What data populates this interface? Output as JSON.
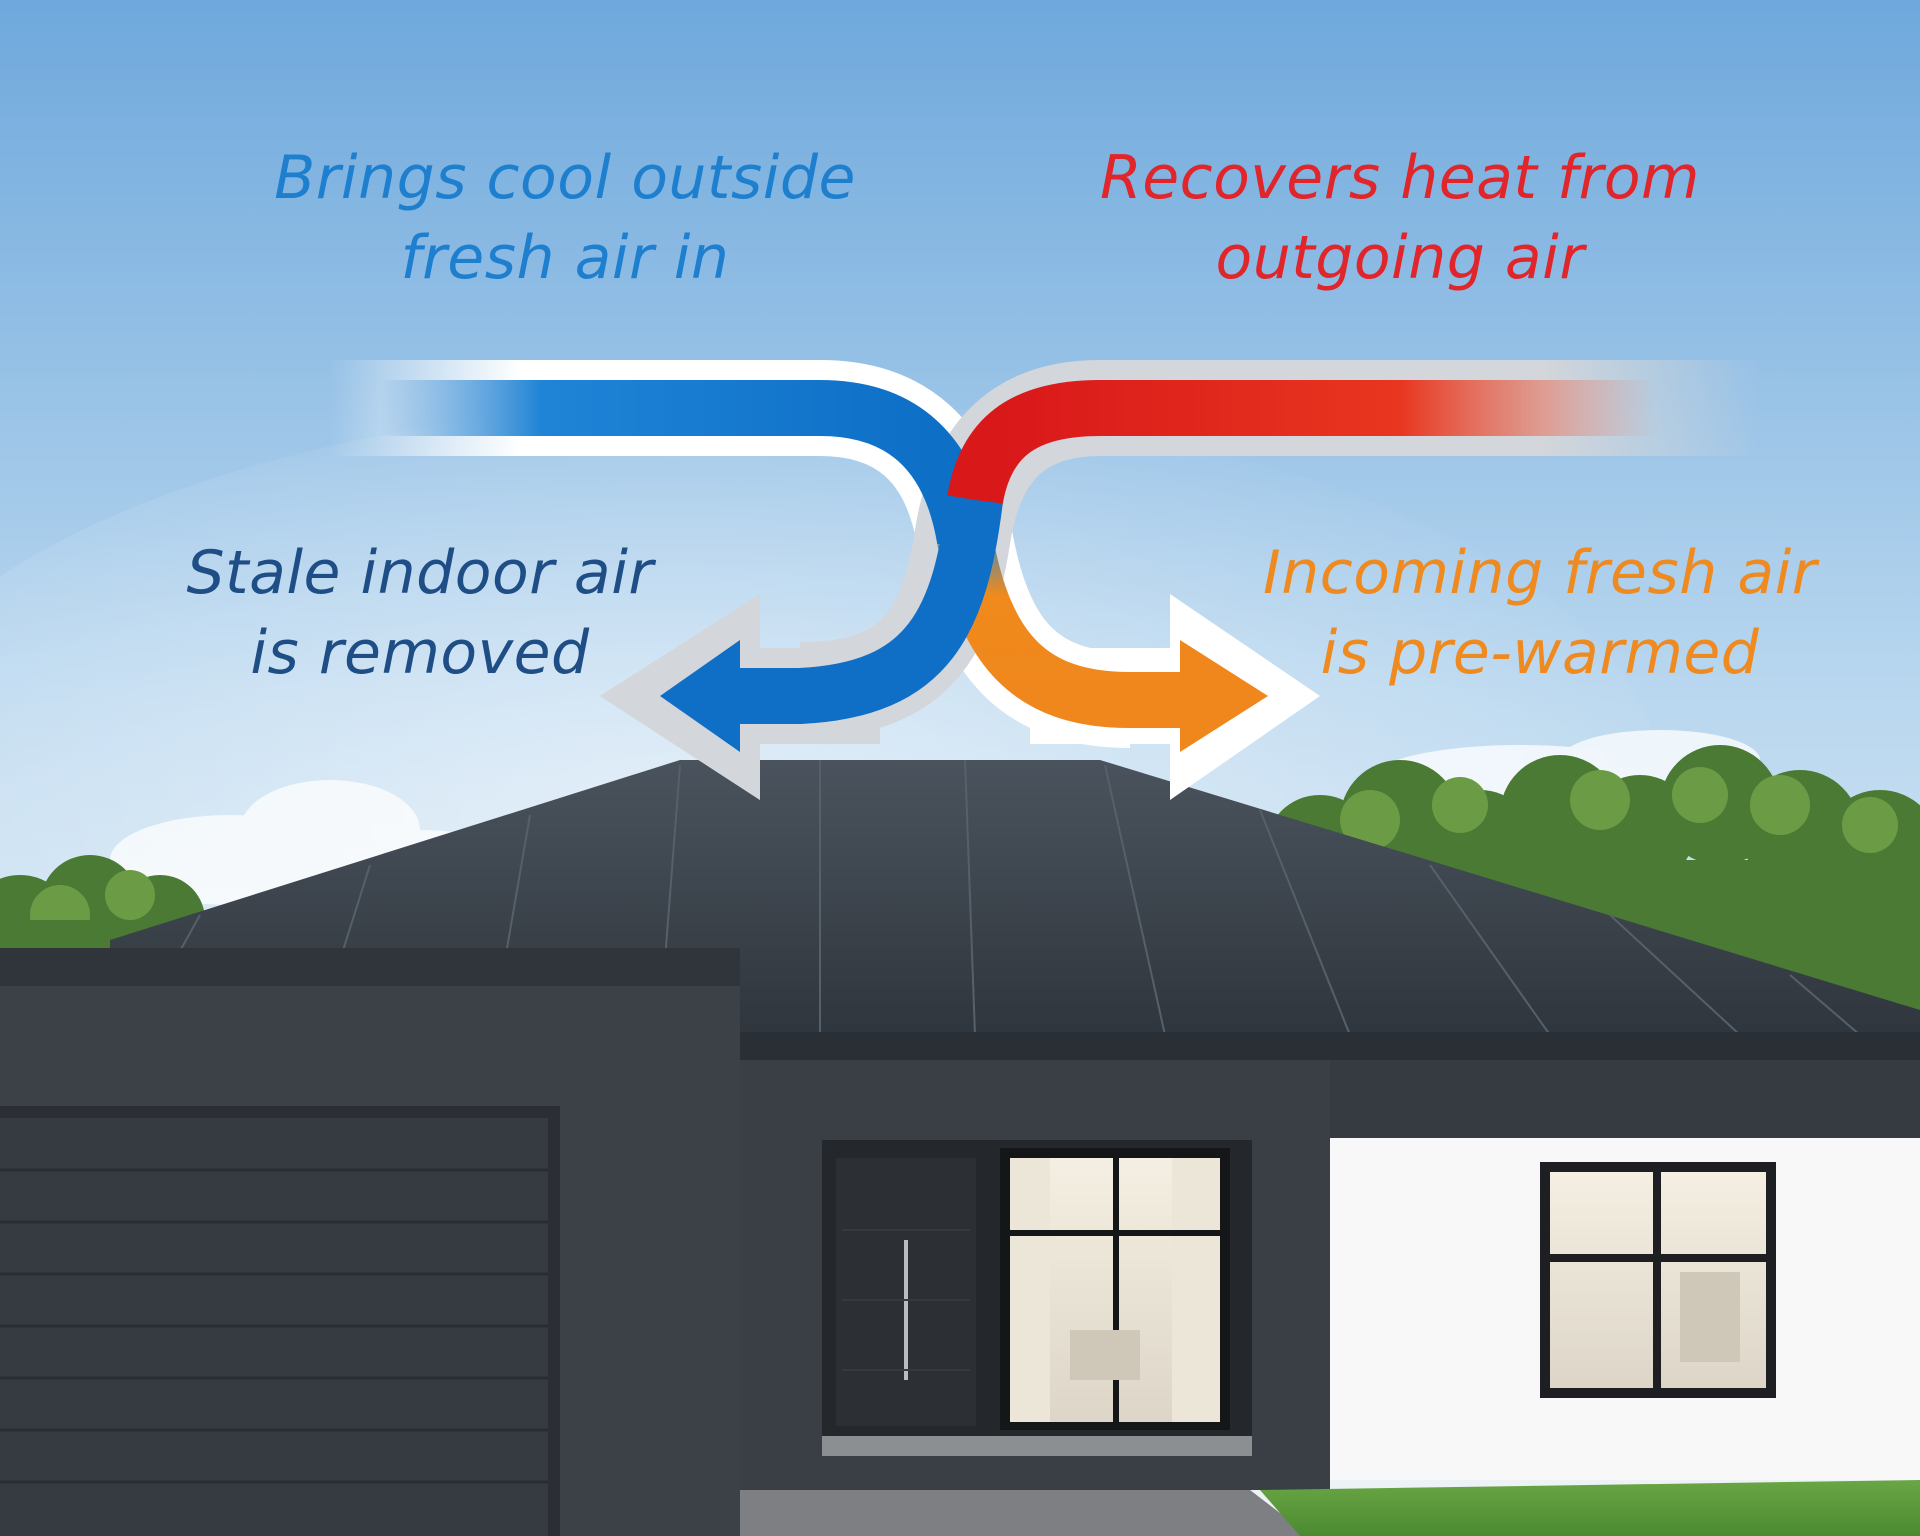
{
  "labels": {
    "cool_in": {
      "line1": "Brings cool outside",
      "line2": "fresh air in"
    },
    "heat_rec": {
      "line1": "Recovers heat from",
      "line2": "outgoing air"
    },
    "stale_out": {
      "line1": "Stale indoor air",
      "line2": "is removed"
    },
    "pre_warm": {
      "line1": "Incoming fresh air",
      "line2": "is pre-warmed"
    }
  },
  "colors": {
    "cool_text": "#1e7fcf",
    "heat_text": "#e0252b",
    "stale_text": "#1f4e86",
    "warm_text": "#ef8a21",
    "blue_flow": "#0d6fc6",
    "red_flow": "#e01d19",
    "orange_flow": "#f08a1c",
    "sky_top": "#6fa9dd",
    "sky_bottom": "#e9f1f6",
    "roof": "#3b424b",
    "wall_dark": "#3c4148",
    "wall_white": "#f8f8f8",
    "lawn": "#5e9a3a",
    "trees": "#4f7d38"
  },
  "icons": [
    "cool-air-flow-arrow",
    "stale-air-exhaust-arrow",
    "warm-air-supply-arrow",
    "heat-recovery-flow"
  ]
}
